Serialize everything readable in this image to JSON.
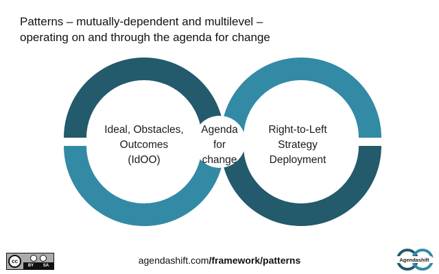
{
  "title": {
    "line1": "Patterns – mutually-dependent and multilevel –",
    "line2": "operating on and through the agenda for change"
  },
  "nodes": {
    "left": [
      "Ideal, Obstacles,",
      "Outcomes",
      "(IdOO)"
    ],
    "center": [
      "Agenda",
      "for",
      "change"
    ],
    "right": [
      "Right-to-Left",
      "Strategy",
      "Deployment"
    ]
  },
  "colors": {
    "teal_dark": "#235a6c",
    "teal_light": "#338aa4",
    "text": "#1a1a1a",
    "background": "#ffffff"
  },
  "footer": {
    "url_prefix": "agendashift.com",
    "url_path": "/framework/patterns"
  },
  "license": {
    "cc": "cc",
    "by": "BY",
    "sa": "SA"
  },
  "logo": {
    "text": "Agendashift",
    "mark": "™"
  }
}
